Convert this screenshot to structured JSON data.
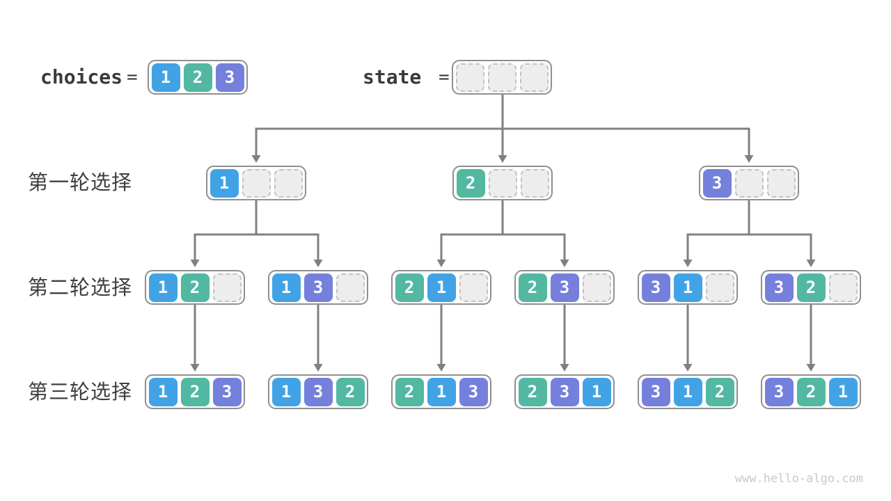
{
  "legend": {
    "choices_label": "choices",
    "equals": "=",
    "choices_values": [
      1,
      2,
      3
    ],
    "state_label": "state",
    "state_slots": 3
  },
  "rows": [
    {
      "label": "第一轮选择",
      "nodes": [
        [
          1,
          null,
          null
        ],
        [
          2,
          null,
          null
        ],
        [
          3,
          null,
          null
        ]
      ]
    },
    {
      "label": "第二轮选择",
      "nodes": [
        [
          1,
          2,
          null
        ],
        [
          1,
          3,
          null
        ],
        [
          2,
          1,
          null
        ],
        [
          2,
          3,
          null
        ],
        [
          3,
          1,
          null
        ],
        [
          3,
          2,
          null
        ]
      ]
    },
    {
      "label": "第三轮选择",
      "nodes": [
        [
          1,
          2,
          3
        ],
        [
          1,
          3,
          2
        ],
        [
          2,
          1,
          3
        ],
        [
          2,
          3,
          1
        ],
        [
          3,
          1,
          2
        ],
        [
          3,
          2,
          1
        ]
      ]
    }
  ],
  "colors": {
    "value1": "#41a3e6",
    "value2": "#52b8a2",
    "value3": "#7580dc",
    "empty_fill": "#ededed",
    "empty_border": "#c2c2c2",
    "node_border": "#8f8f8f",
    "arrow": "#808080",
    "cell_text": "#ffffff",
    "footer_text": "#c9c9c9"
  },
  "footer": {
    "url": "www.hello-algo.com"
  }
}
